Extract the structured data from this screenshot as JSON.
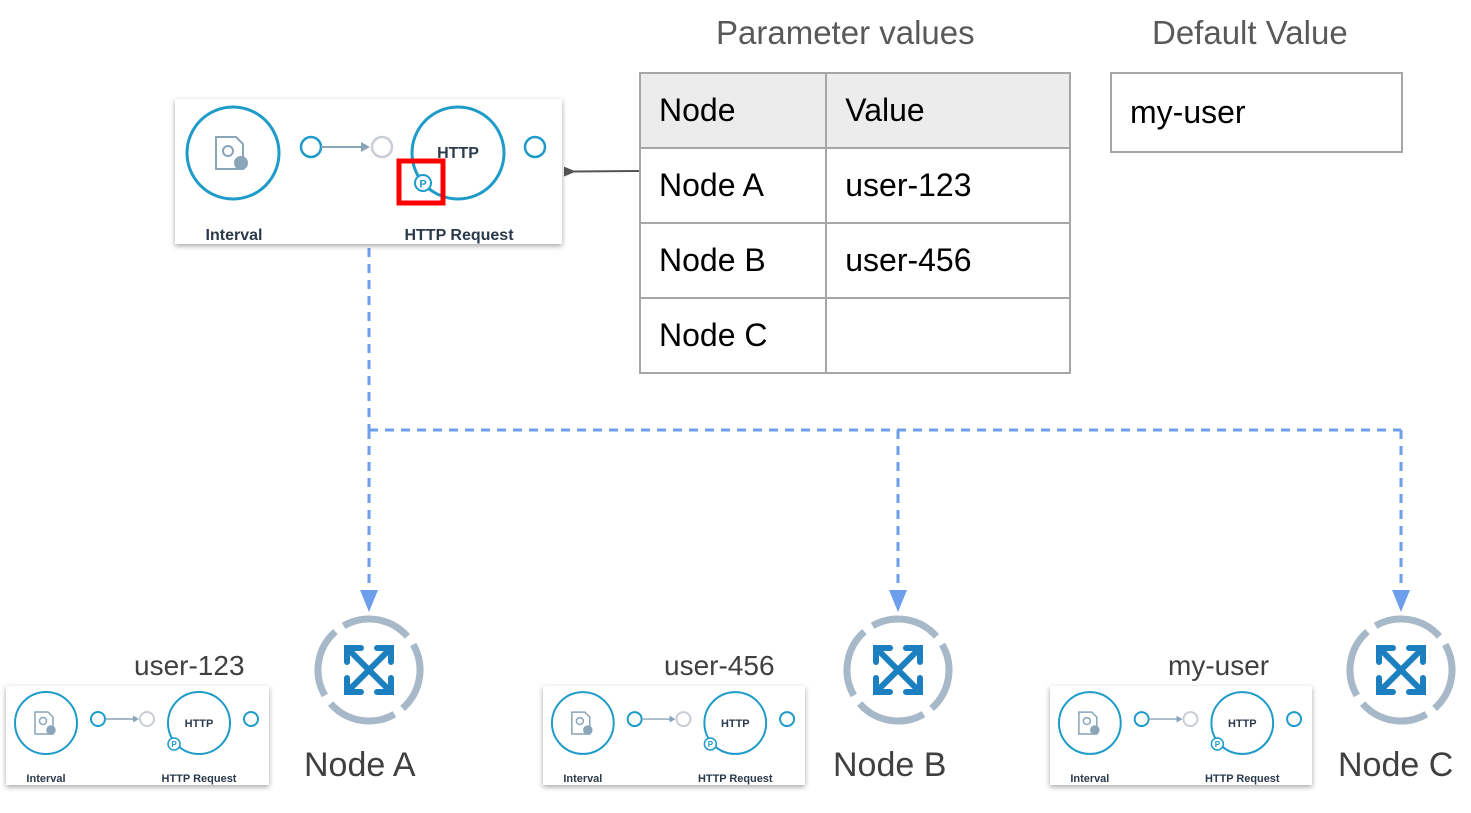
{
  "headings": {
    "parameter_values": "Parameter values",
    "default_value": "Default Value"
  },
  "table": {
    "columns": [
      "Node",
      "Value"
    ],
    "rows": [
      {
        "node": "Node A",
        "value": "user-123"
      },
      {
        "node": "Node B",
        "value": "user-456"
      },
      {
        "node": "Node C",
        "value": ""
      }
    ]
  },
  "default_value": "my-user",
  "flow": {
    "interval_label": "Interval",
    "http_label": "HTTP Request",
    "http_text": "HTTP",
    "param_badge": "P"
  },
  "nodes": [
    {
      "name": "Node A",
      "user": "user-123"
    },
    {
      "name": "Node B",
      "user": "user-456"
    },
    {
      "name": "Node C",
      "user": "my-user"
    }
  ],
  "colors": {
    "flow_blue": "#1e9bc8",
    "connector_blue": "#6d9eeb",
    "highlight_red": "#ff0000",
    "node_ring": "#a7b9c8",
    "node_x": "#1b7fc0"
  }
}
